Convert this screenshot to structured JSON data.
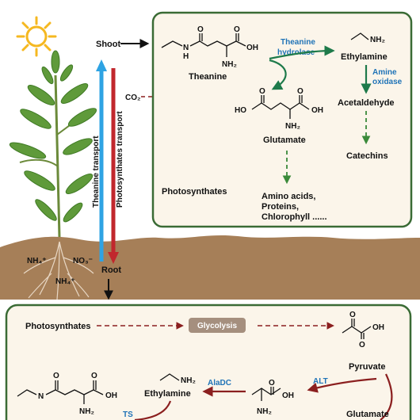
{
  "plant": {
    "shoot": "Shoot",
    "root": "Root",
    "co2": "CO₂",
    "theanine_transport": "Theanine transport",
    "photosynthates_transport": "Photosynthates transport",
    "soil_nh4_left": "NH₄⁺",
    "soil_no3": "NO₃⁻",
    "soil_nh4_bottom": "NH₄⁺"
  },
  "shoot_panel": {
    "theanine": "Theanine",
    "theanine_hydrolase": [
      "Theanine",
      "hydrolase"
    ],
    "ethylamine": "Ethylamine",
    "amine_oxidase": [
      "Amine",
      "oxidase"
    ],
    "acetaldehyde": "Acetaldehyde",
    "catechins": "Catechins",
    "glutamate": "Glutamate",
    "photosynthates": "Photosynthates",
    "products": [
      "Amino acids,",
      "Proteins,",
      "Chlorophyll ......"
    ]
  },
  "root_panel": {
    "photosynthates": "Photosynthates",
    "glycolysis": "Glycolysis",
    "pyruvate": "Pyruvate",
    "ethylamine": "Ethylamine",
    "aladc": "AlaDC",
    "alt": "ALT",
    "ts": "TS",
    "glutamate": "Glutamate"
  },
  "atoms": {
    "N": "N",
    "H": "H",
    "O": "O",
    "OH": "OH",
    "HO": "HO",
    "NH2": "NH₂",
    "NH": "NH"
  },
  "colors": {
    "panel_border": "#3a6b35",
    "panel_fill": "#fbf5ea",
    "soil": "#a67f58",
    "theanine_arrow": "#2ea3e3",
    "photosynthate_arrow": "#c1272d",
    "dashed_red": "#8b1f1f",
    "dashed_green": "#3a8a3a",
    "green_arrow": "#1e7a4a",
    "glycolysis_box": "#a58f7e",
    "enzyme_text": "#1f73b7",
    "sun": "#f5b820"
  }
}
